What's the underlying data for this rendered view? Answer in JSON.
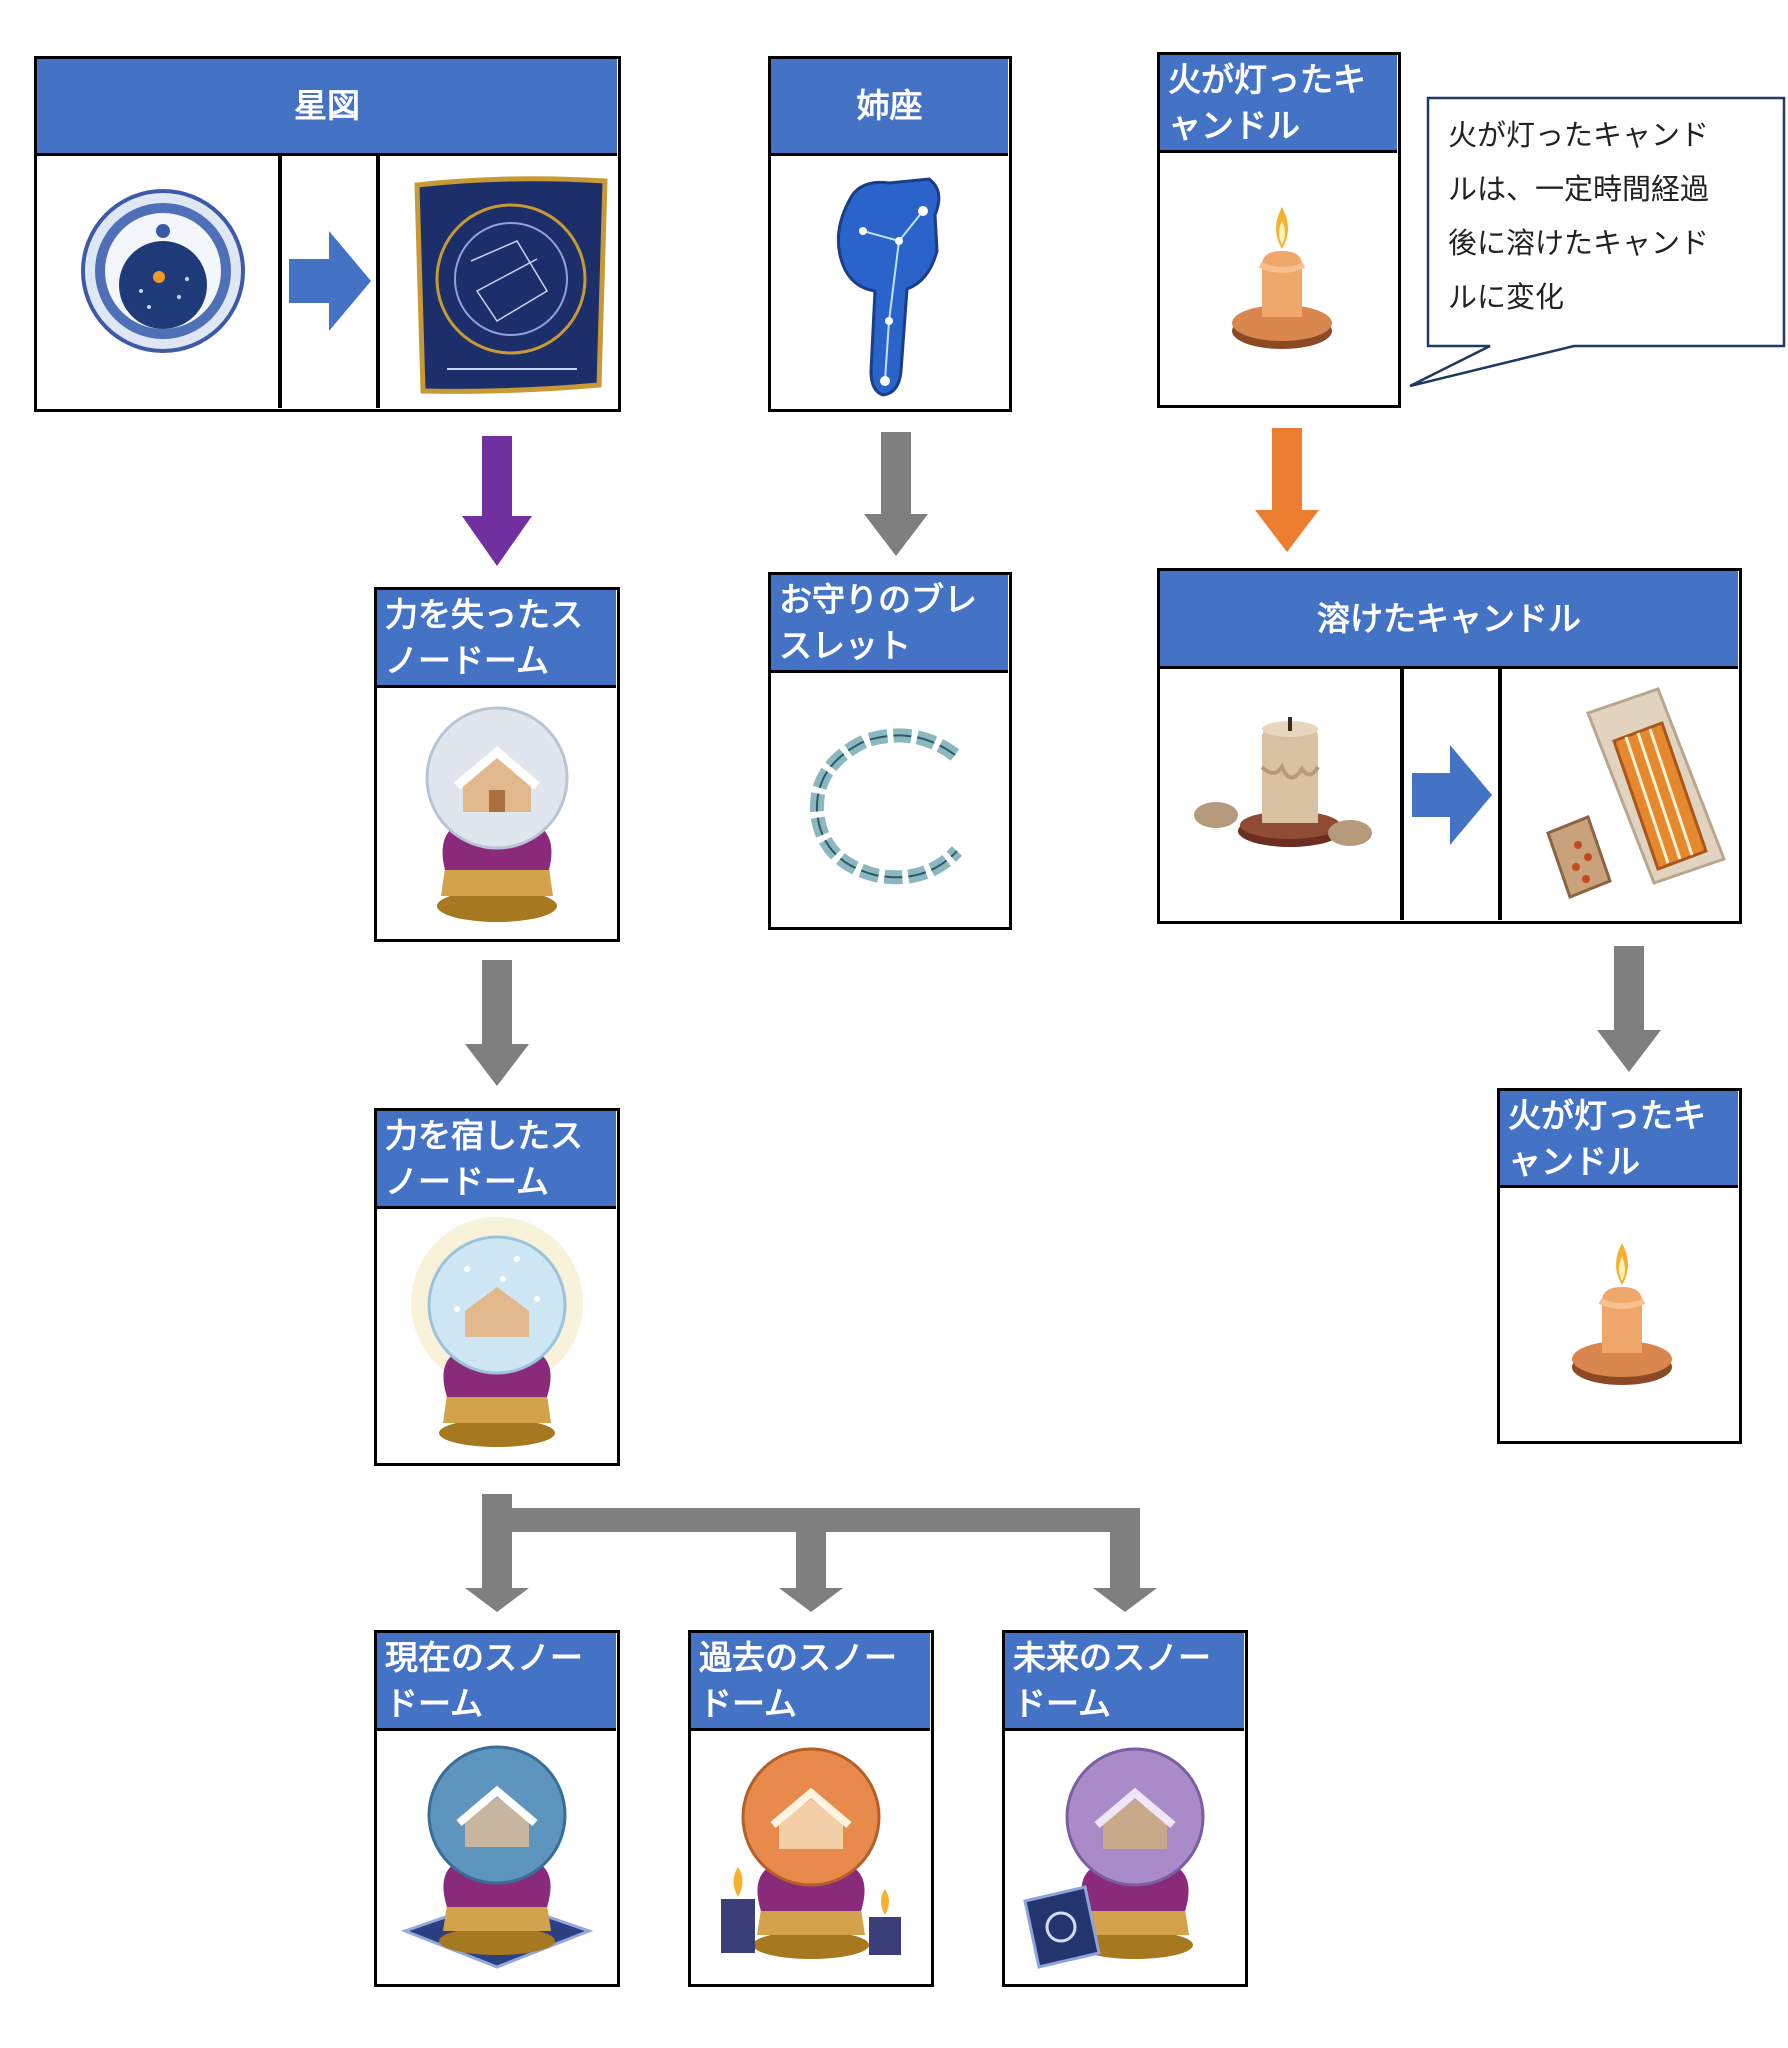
{
  "nodes": {
    "star_map": "星図",
    "sister_constellation": "姉座",
    "lit_candle_top": "火が灯ったキャンドル",
    "lost_power_snowdome": "力を失ったスノードーム",
    "charm_bracelet": "お守りのブレスレット",
    "melted_candle": "溶けたキャンドル",
    "powered_snowdome": "力を宿したスノードーム",
    "lit_candle_bottom": "火が灯ったキャンドル",
    "present_snowdome": "現在のスノードーム",
    "past_snowdome": "過去のスノードーム",
    "future_snowdome": "未来のスノードーム"
  },
  "callout": {
    "text": "火が灯ったキャンド\nルは、一定時間経過\n後に溶けたキャンド\nルに変化"
  },
  "colors": {
    "header": "#4472c4",
    "arrow_purple": "#7030a0",
    "arrow_gray": "#7f7f7f",
    "arrow_orange": "#ed7d31",
    "arrow_blue": "#4472c4"
  }
}
